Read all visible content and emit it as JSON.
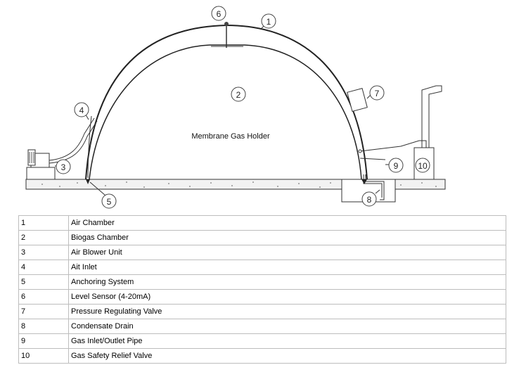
{
  "diagram": {
    "center_label": "Membrane Gas Holder",
    "callouts": [
      "6",
      "1",
      "2",
      "7",
      "4",
      "3",
      "5",
      "9",
      "10",
      "8"
    ]
  },
  "legend": [
    {
      "num": "1",
      "label": "Air Chamber"
    },
    {
      "num": "2",
      "label": "Biogas Chamber"
    },
    {
      "num": "3",
      "label": "Air Blower Unit"
    },
    {
      "num": "4",
      "label": "Ait Inlet"
    },
    {
      "num": "5",
      "label": "Anchoring System"
    },
    {
      "num": "6",
      "label": "Level Sensor (4-20mA)"
    },
    {
      "num": "7",
      "label": "Pressure Regulating Valve"
    },
    {
      "num": "8",
      "label": "Condensate Drain"
    },
    {
      "num": "9",
      "label": "Gas Inlet/Outlet Pipe"
    },
    {
      "num": "10",
      "label": "Gas Safety Relief Valve"
    }
  ]
}
